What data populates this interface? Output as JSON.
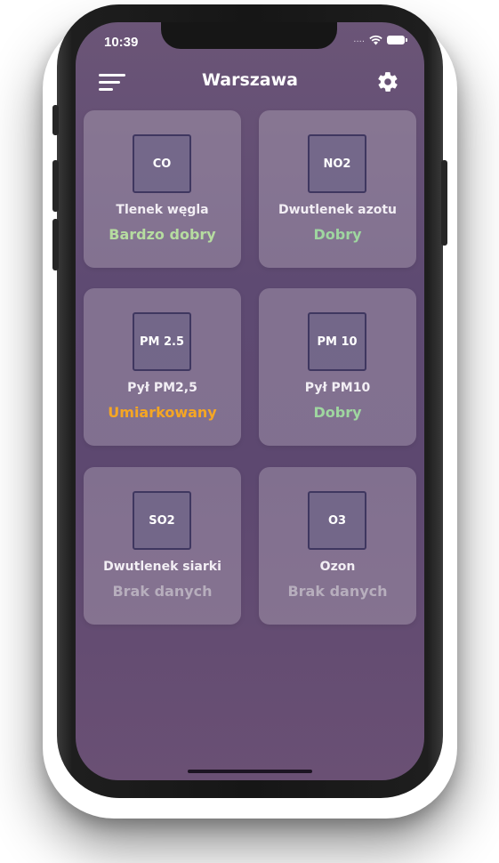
{
  "status_bar": {
    "time": "10:39",
    "signal": "....",
    "icons": [
      "wifi-icon",
      "battery-icon"
    ]
  },
  "header": {
    "menu_icon": "hamburger-menu-icon",
    "title": "Warszawa",
    "settings_icon": "gear-icon"
  },
  "colors": {
    "very_good": "#b6dca0",
    "good": "#9fd6a0",
    "moderate": "#f5a623",
    "no_data": "#b7aebd"
  },
  "pollutants": [
    {
      "code": "CO",
      "name": "Tlenek węgla",
      "status": "Bardzo dobry",
      "status_color": "#b6dca0"
    },
    {
      "code": "NO2",
      "name": "Dwutlenek azotu",
      "status": "Dobry",
      "status_color": "#9fd6a0"
    },
    {
      "code": "PM 2.5",
      "name": "Pył PM2,5",
      "status": "Umiarkowany",
      "status_color": "#f5a623"
    },
    {
      "code": "PM 10",
      "name": "Pył PM10",
      "status": "Dobry",
      "status_color": "#9fd6a0"
    },
    {
      "code": "SO2",
      "name": "Dwutlenek siarki",
      "status": "Brak danych",
      "status_color": "#b7aebd"
    },
    {
      "code": "O3",
      "name": "Ozon",
      "status": "Brak danych",
      "status_color": "#b7aebd"
    }
  ]
}
